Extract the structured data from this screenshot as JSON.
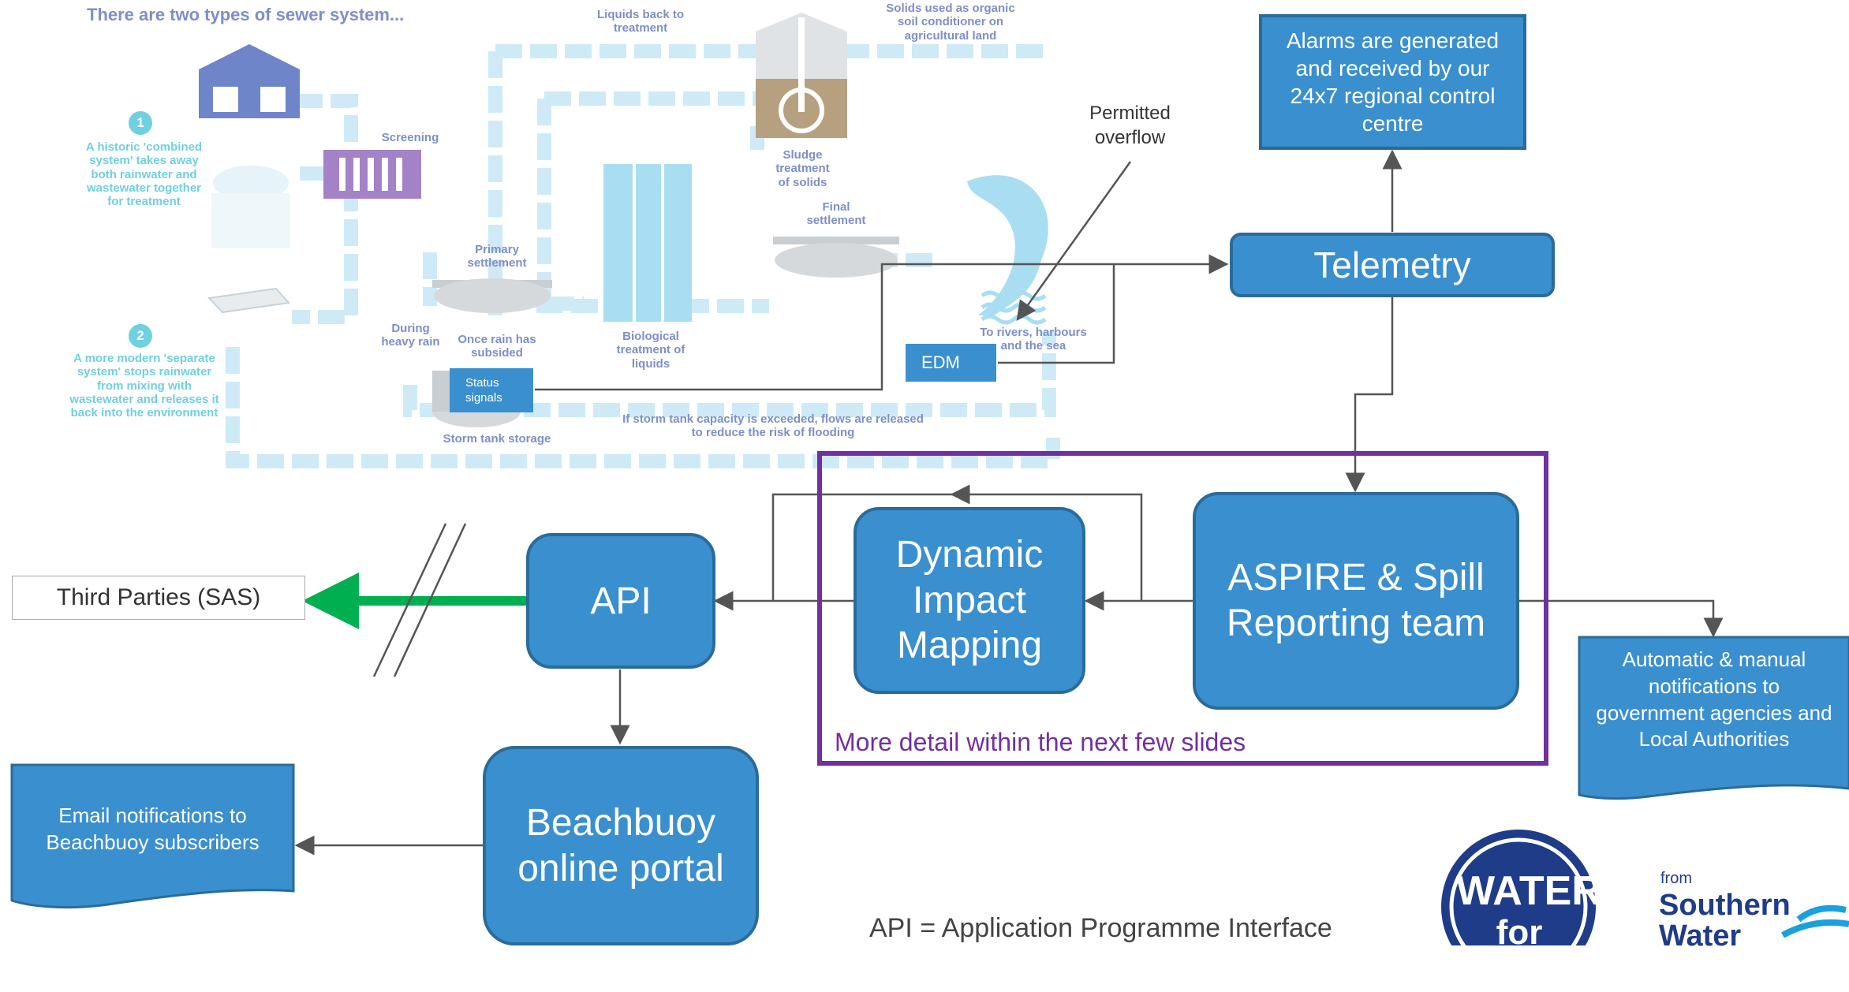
{
  "sewer": {
    "title": "There are two types of sewer system...",
    "step1_number": "1",
    "step1_text": "A historic 'combined system' takes away both rainwater and wastewater together for treatment",
    "step2_number": "2",
    "step2_text": "A more modern 'separate system' stops rainwater from mixing with wastewater and releases it back into the environment",
    "screening": "Screening",
    "liquids_back": "Liquids back to treatment",
    "solids_used": "Solids used as organic soil conditioner on agricultural land",
    "sludge": "Sludge treatment of solids",
    "final_settlement": "Final settlement",
    "primary_settlement": "Primary settlement",
    "during_heavy_rain": "During heavy rain",
    "once_rain": "Once rain has subsided",
    "biological": "Biological treatment of liquids",
    "storm_tank": "Storm tank storage",
    "storm_exceeded": "If storm tank capacity is exceeded, flows are released to reduce the risk of flooding",
    "to_rivers": "To rivers, harbours and the sea"
  },
  "labels": {
    "status_signals": "Status signals",
    "edm": "EDM",
    "permitted_overflow": "Permitted overflow",
    "alarms": "Alarms are generated and received by our 24x7 regional control centre",
    "telemetry": "Telemetry",
    "aspire": "ASPIRE & Spill Reporting team",
    "dynamic": "Dynamic Impact Mapping",
    "api": "API",
    "third_parties": "Third Parties (SAS)",
    "notifications": "Automatic & manual notifications to government agencies and Local Authorities",
    "more_detail": "More detail within the next few slides",
    "beachbuoy": "Beachbuoy online portal",
    "email": "Email notifications to Beachbuoy subscribers",
    "api_def": "API = Application Programme Interface"
  },
  "logo": {
    "line1": "WATER",
    "line2": "for LIFE",
    "from": "from",
    "brand_line1": "Southern",
    "brand_line2": "Water"
  },
  "colors": {
    "box_fill": "#3a8fcf",
    "box_border": "#2a6b99",
    "purple": "#7030a0",
    "green_arrow": "#00b050",
    "sewer_flow": "#cfeaf7",
    "navy": "#1f3c88"
  }
}
